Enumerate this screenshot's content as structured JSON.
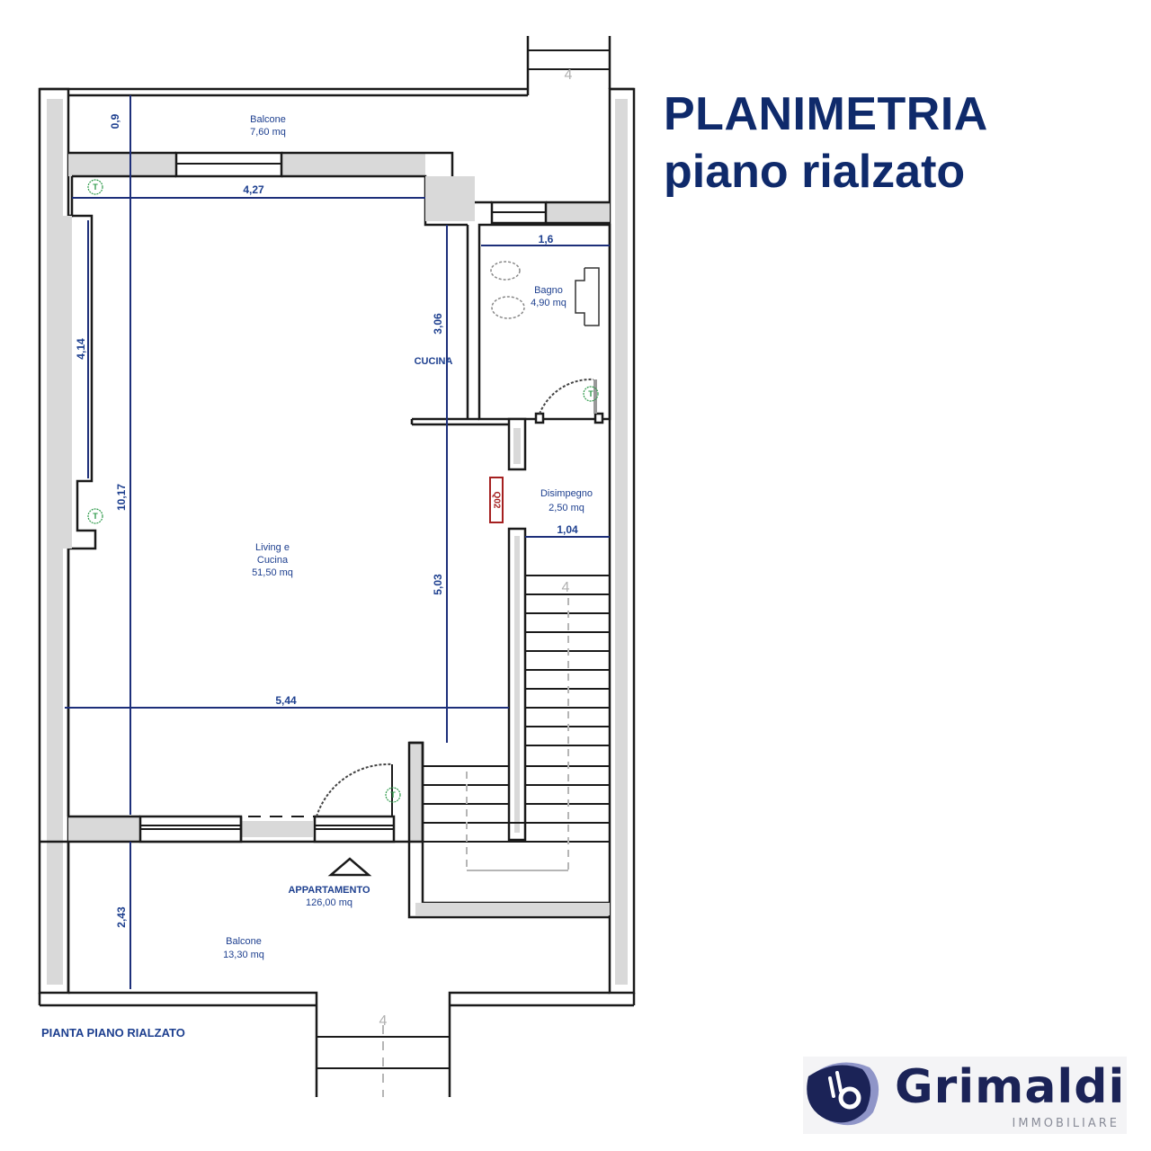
{
  "header": {
    "title_line1": "PLANIMETRIA",
    "title_line2": "piano rialzato"
  },
  "plan": {
    "caption": "PIANTA PIANO RIALZATO",
    "rooms": [
      {
        "name": "Balcone",
        "area": "7,60 mq"
      },
      {
        "name": "Bagno",
        "area": "4,90 mq"
      },
      {
        "name": "CUCINA",
        "area": ""
      },
      {
        "name": "Disimpegno",
        "area": "2,50 mq"
      },
      {
        "name_line1": "Living e",
        "name_line2": "Cucina",
        "area": "51,50 mq"
      },
      {
        "name": "APPARTAMENTO",
        "area": "126,00 mq"
      },
      {
        "name": "Balcone",
        "area": "13,30 mq"
      }
    ],
    "dimensions": {
      "top_balcony_depth": "0,9",
      "living_width_top": "4,27",
      "bath_width": "1,6",
      "kitchen_depth": "3,06",
      "window_wall": "4,14",
      "total_length": "10,17",
      "living_width": "5,44",
      "living_depth": "5,03",
      "corridor_width": "1,04",
      "bottom_balcony_depth": "2,43"
    },
    "elevation_marker": "Q02",
    "terminal_symbol": "T",
    "stair_arrow_label": "4",
    "colors": {
      "wall_fill": "#d9d9d9",
      "wall_line": "#1a1a1a",
      "dimension_line": "#1d2f7a",
      "label_text": "#1d3f8f",
      "terminal": "#2e9a4a",
      "marker": "#a52020"
    }
  },
  "logo": {
    "brand": "Grimaldi",
    "tagline": "IMMOBILIARE",
    "brand_color": "#1b2357",
    "accent_color": "#8f95c8"
  }
}
